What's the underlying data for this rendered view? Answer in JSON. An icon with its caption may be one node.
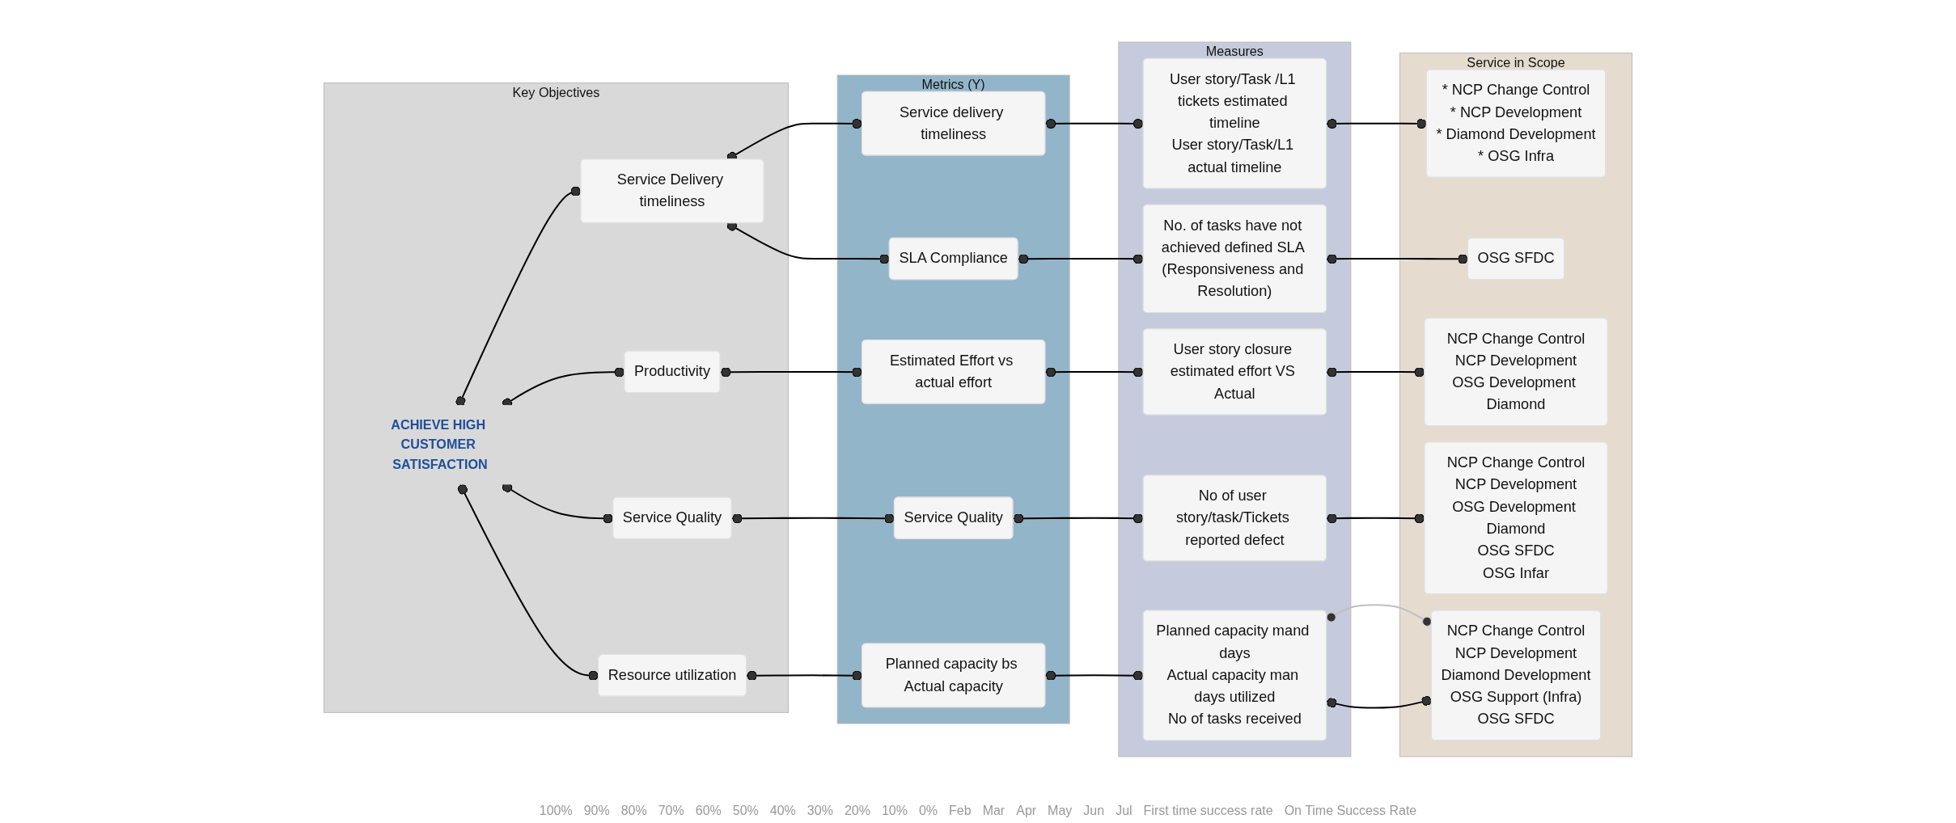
{
  "diagram": {
    "nodes": [
      {
        "text": [
          "Key Objectives"
        ]
      },
      {
        "text": [
          "ACHIEVE HIGH CUSTOMER SATISFACTION"
        ],
        "in": 0
      },
      {
        "text": [
          "Service Delivery timeliness"
        ],
        "in": 0
      },
      {
        "text": [
          "Productivity"
        ],
        "in": 0
      },
      {
        "text": [
          "Service Quality"
        ],
        "in": 0
      },
      {
        "text": [
          "Resource utilization"
        ],
        "in": 0
      },
      {
        "text": [
          "Metrics (Y)"
        ]
      },
      {
        "text": [
          "Service delivery timeliness"
        ],
        "in": 6
      },
      {
        "text": [
          "SLA Compliance"
        ],
        "in": 6
      },
      {
        "text": [
          "Estimated Effort vs actual effort"
        ],
        "in": 6
      },
      {
        "text": [
          "Service Quality"
        ],
        "in": 6
      },
      {
        "text": [
          "Planned capacity bs Actual capacity"
        ],
        "in": 6
      },
      {
        "text": [
          "Measures"
        ]
      },
      {
        "text": [
          "User story/Task /L1 tickets estimated timeline",
          "User story/Task/L1 actual timeline"
        ],
        "in": 12
      },
      {
        "text": [
          "No. of tasks have not achieved defined SLA (Responsiveness and Resolution)"
        ],
        "in": 12
      },
      {
        "text": [
          "User story closure estimated effort VS Actual"
        ],
        "in": 12
      },
      {
        "text": [
          "No of user story/task/Tickets reported defect"
        ],
        "in": 12
      },
      {
        "text": [
          "Planned capacity mand days",
          "Actual capacity man days utilized",
          "No of tasks received"
        ],
        "in": 12
      },
      {
        "text": [
          "Service in Scope"
        ]
      },
      {
        "text": [
          "* NCP Change Control",
          "* NCP Development",
          "* Diamond Development",
          "* OSG Infra"
        ],
        "in": 18
      },
      {
        "text": [
          "OSG SFDC"
        ],
        "in": 18
      },
      {
        "text": [
          "NCP Change Control",
          "NCP Development",
          "OSG Development Diamond"
        ],
        "in": 18
      },
      {
        "text": [
          "NCP Change Control",
          "NCP Development",
          "OSG Development Diamond",
          "OSG SFDC",
          "OSG Infar"
        ],
        "in": 18
      },
      {
        "text": [
          "NCP Change Control",
          "NCP Development",
          "Diamond Development",
          "OSG Support (Infra)",
          "OSG SFDC"
        ],
        "in": 18
      }
    ],
    "edges": [
      {
        "from": 1,
        "to": 2,
        "arrow": "other"
      },
      {
        "from": 1,
        "to": 3,
        "arrow": "other"
      },
      {
        "from": 1,
        "to": 4,
        "arrow": "other"
      },
      {
        "from": 1,
        "to": 5,
        "arrow": "other"
      },
      {
        "from": 2,
        "to": 7,
        "arrow": "other"
      },
      {
        "from": 2,
        "to": 8,
        "arrow": "other"
      },
      {
        "from": 3,
        "to": 9,
        "arrow": "other"
      },
      {
        "from": 4,
        "to": 10,
        "arrow": "other"
      },
      {
        "from": 5,
        "to": 11,
        "arrow": "other"
      },
      {
        "from": 7,
        "to": 13,
        "arrow": "other"
      },
      {
        "from": 8,
        "to": 14,
        "arrow": "other"
      },
      {
        "from": 9,
        "to": 15,
        "arrow": "other"
      },
      {
        "from": 10,
        "to": 16,
        "arrow": "other"
      },
      {
        "from": 11,
        "to": 17,
        "arrow": "other"
      },
      {
        "from": 13,
        "to": 19,
        "arrow": "other"
      },
      {
        "from": 14,
        "to": 20,
        "arrow": "other"
      },
      {
        "from": 15,
        "to": 21,
        "arrow": "other"
      },
      {
        "from": 16,
        "to": 22,
        "arrow": "other"
      },
      {
        "from": 17,
        "to": 23,
        "arrow": "other",
        "color": "#c0c0c0"
      },
      {
        "from": 17,
        "to": 23,
        "arrow": "other"
      }
    ],
    "labels": [
      "100%",
      "90%",
      "80%",
      "70%",
      "60%",
      "50%",
      "40%",
      "30%",
      "20%",
      "10%",
      "0%",
      "Feb",
      "Mar",
      "Apr",
      "May",
      "Jun",
      "Jul",
      "First time success rate",
      "On Time Success Rate"
    ]
  }
}
